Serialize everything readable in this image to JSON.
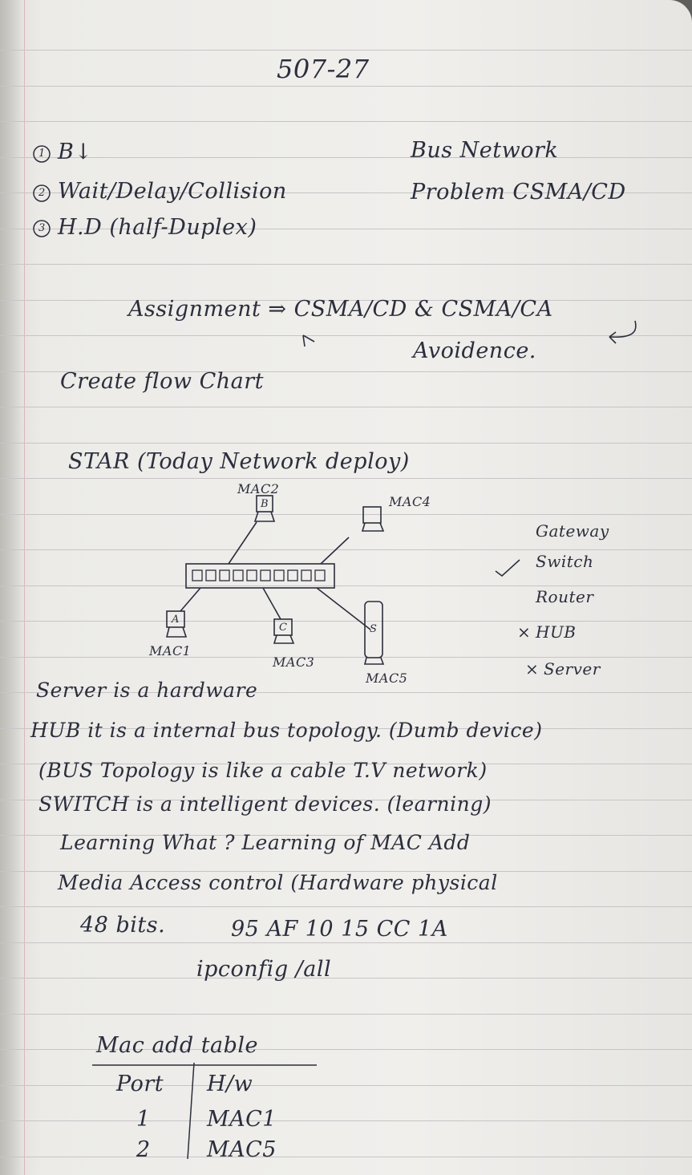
{
  "page": {
    "date": "507-27",
    "list": [
      "B↓",
      "Wait/Delay/Collision",
      "H.D (half-Duplex)"
    ],
    "list_markers": [
      "1",
      "2",
      "3"
    ],
    "bus_title": "Bus Network",
    "bus_problem": "Problem CSMA/CD",
    "assignment": "Assignment ⇒ CSMA/CD & CSMA/CA",
    "avoidance": "Avoidence.",
    "flow_chart": "Create flow Chart",
    "star_heading": "STAR (Today Network deploy)",
    "devices": {
      "mac2": "MAC2",
      "mac4": "MAC4",
      "mac1": "MAC1",
      "mac3": "MAC3",
      "mac5": "MAC5",
      "box_a": "A",
      "box_b": "B",
      "box_c": "C",
      "box_s": "S"
    },
    "side_list": [
      {
        "mark": "",
        "text": "Gateway"
      },
      {
        "mark": "✓",
        "text": "Switch"
      },
      {
        "mark": "",
        "text": "Router"
      },
      {
        "mark": "×",
        "text": "HUB"
      },
      {
        "mark": "×",
        "text": "Server"
      }
    ],
    "notes": [
      "Server is a hardware",
      "HUB it is a internal bus topology. (Dumb device)",
      "(BUS Topology is like a cable T.V network)",
      "SWITCH is a intelligent devices. (learning)",
      "Learning What ? Learning of MAC Add",
      "Media Access control (Hardware physical"
    ],
    "bits": "48 bits.",
    "mac_example": "95 AF 10 15 CC 1A",
    "command": "ipconfig /all",
    "table": {
      "title": "Mac add table",
      "headers": [
        "Port",
        "H/w"
      ],
      "rows": [
        [
          "1",
          "MAC1"
        ],
        [
          "2",
          "MAC5"
        ]
      ]
    }
  }
}
